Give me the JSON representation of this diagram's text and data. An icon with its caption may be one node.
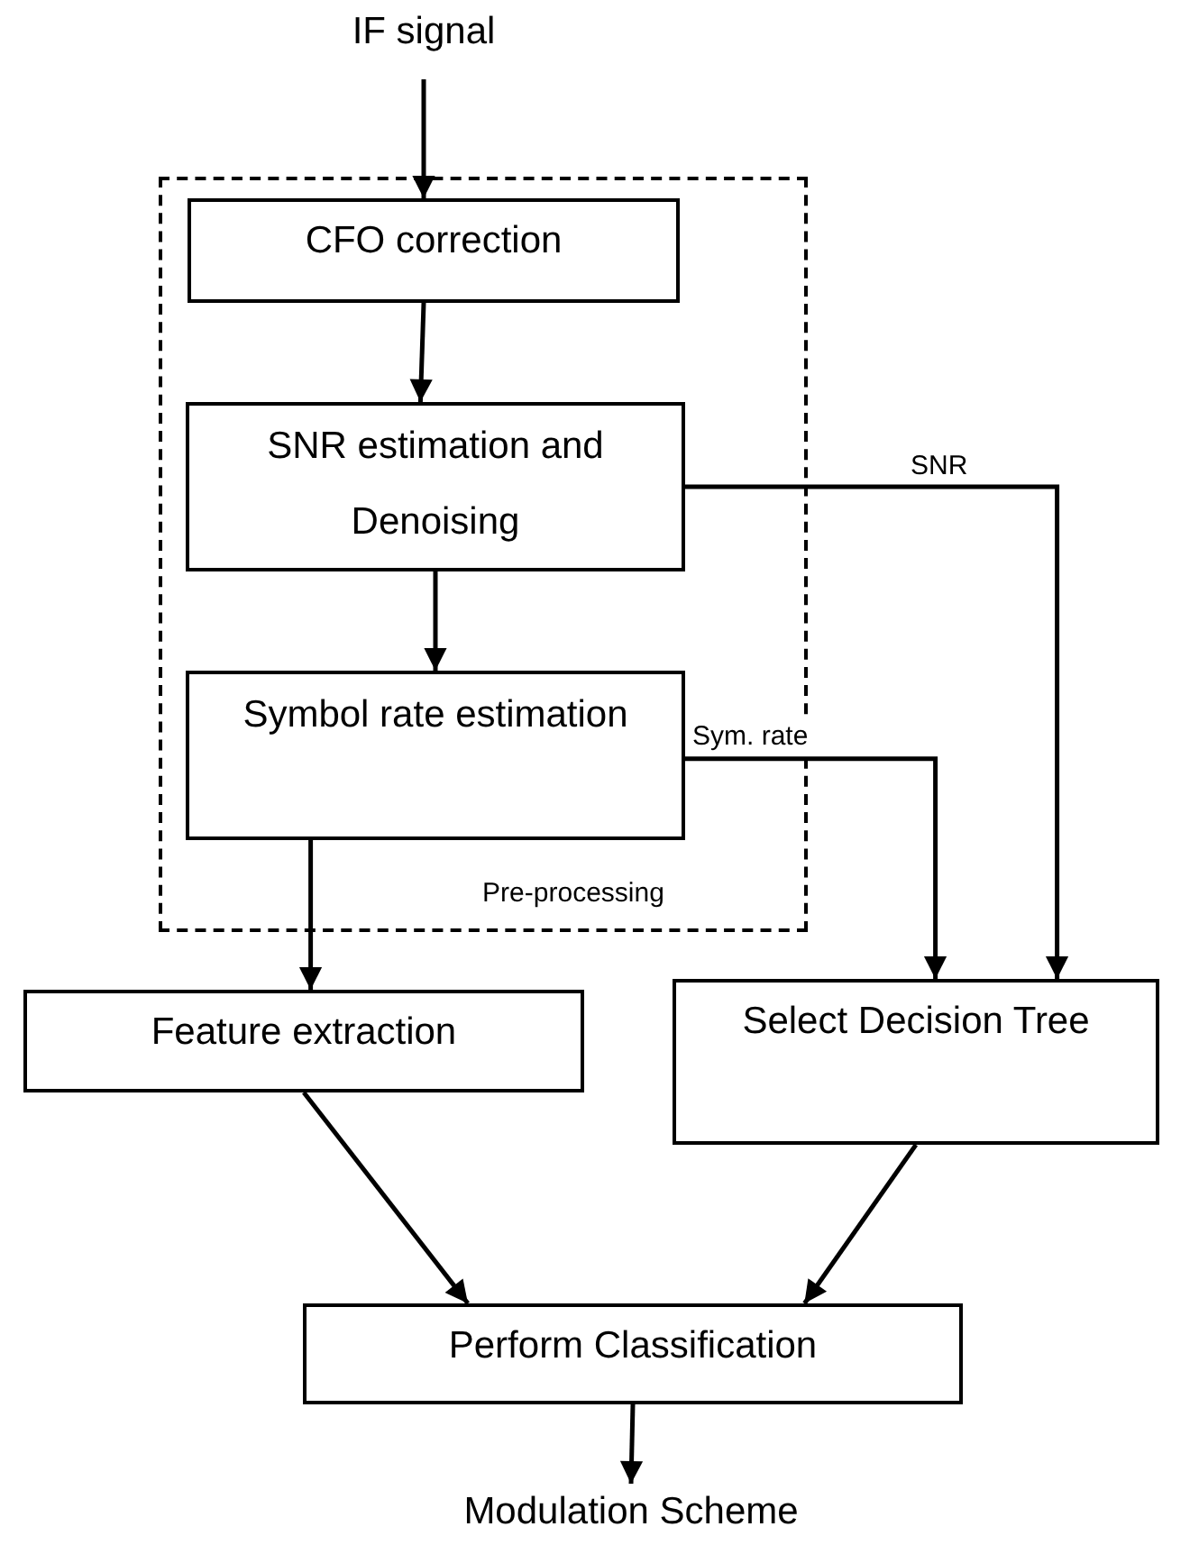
{
  "diagram": {
    "nodes": [
      {
        "text": [
          "IF signal"
        ]
      },
      {
        "text": [
          "Pre-processing"
        ]
      },
      {
        "text": [
          "CFO correction"
        ],
        "in": 1
      },
      {
        "text": [
          "SNR estimation and Denoising"
        ],
        "in": 1
      },
      {
        "text": [
          "Symbol rate estimation"
        ],
        "in": 1
      },
      {
        "text": [
          "Feature extraction"
        ]
      },
      {
        "text": [
          "Select Decision Tree"
        ]
      },
      {
        "text": [
          "Perform Classification"
        ]
      },
      {
        "text": [
          "Modulation Scheme"
        ]
      }
    ],
    "edges": [
      {
        "from": 0,
        "to": 2,
        "arrow": "to"
      },
      {
        "from": 2,
        "to": 3,
        "arrow": "to"
      },
      {
        "from": 3,
        "to": 4,
        "arrow": "to"
      },
      {
        "from": 3,
        "to": 6,
        "arrow": "to",
        "label": "SNR"
      },
      {
        "from": 4,
        "to": 6,
        "arrow": "to",
        "label": "Sym. rate"
      },
      {
        "from": 4,
        "to": 5,
        "arrow": "to"
      },
      {
        "from": 5,
        "to": 7,
        "arrow": "to"
      },
      {
        "from": 6,
        "to": 7,
        "arrow": "to"
      },
      {
        "from": 7,
        "to": 8,
        "arrow": "to"
      }
    ]
  }
}
